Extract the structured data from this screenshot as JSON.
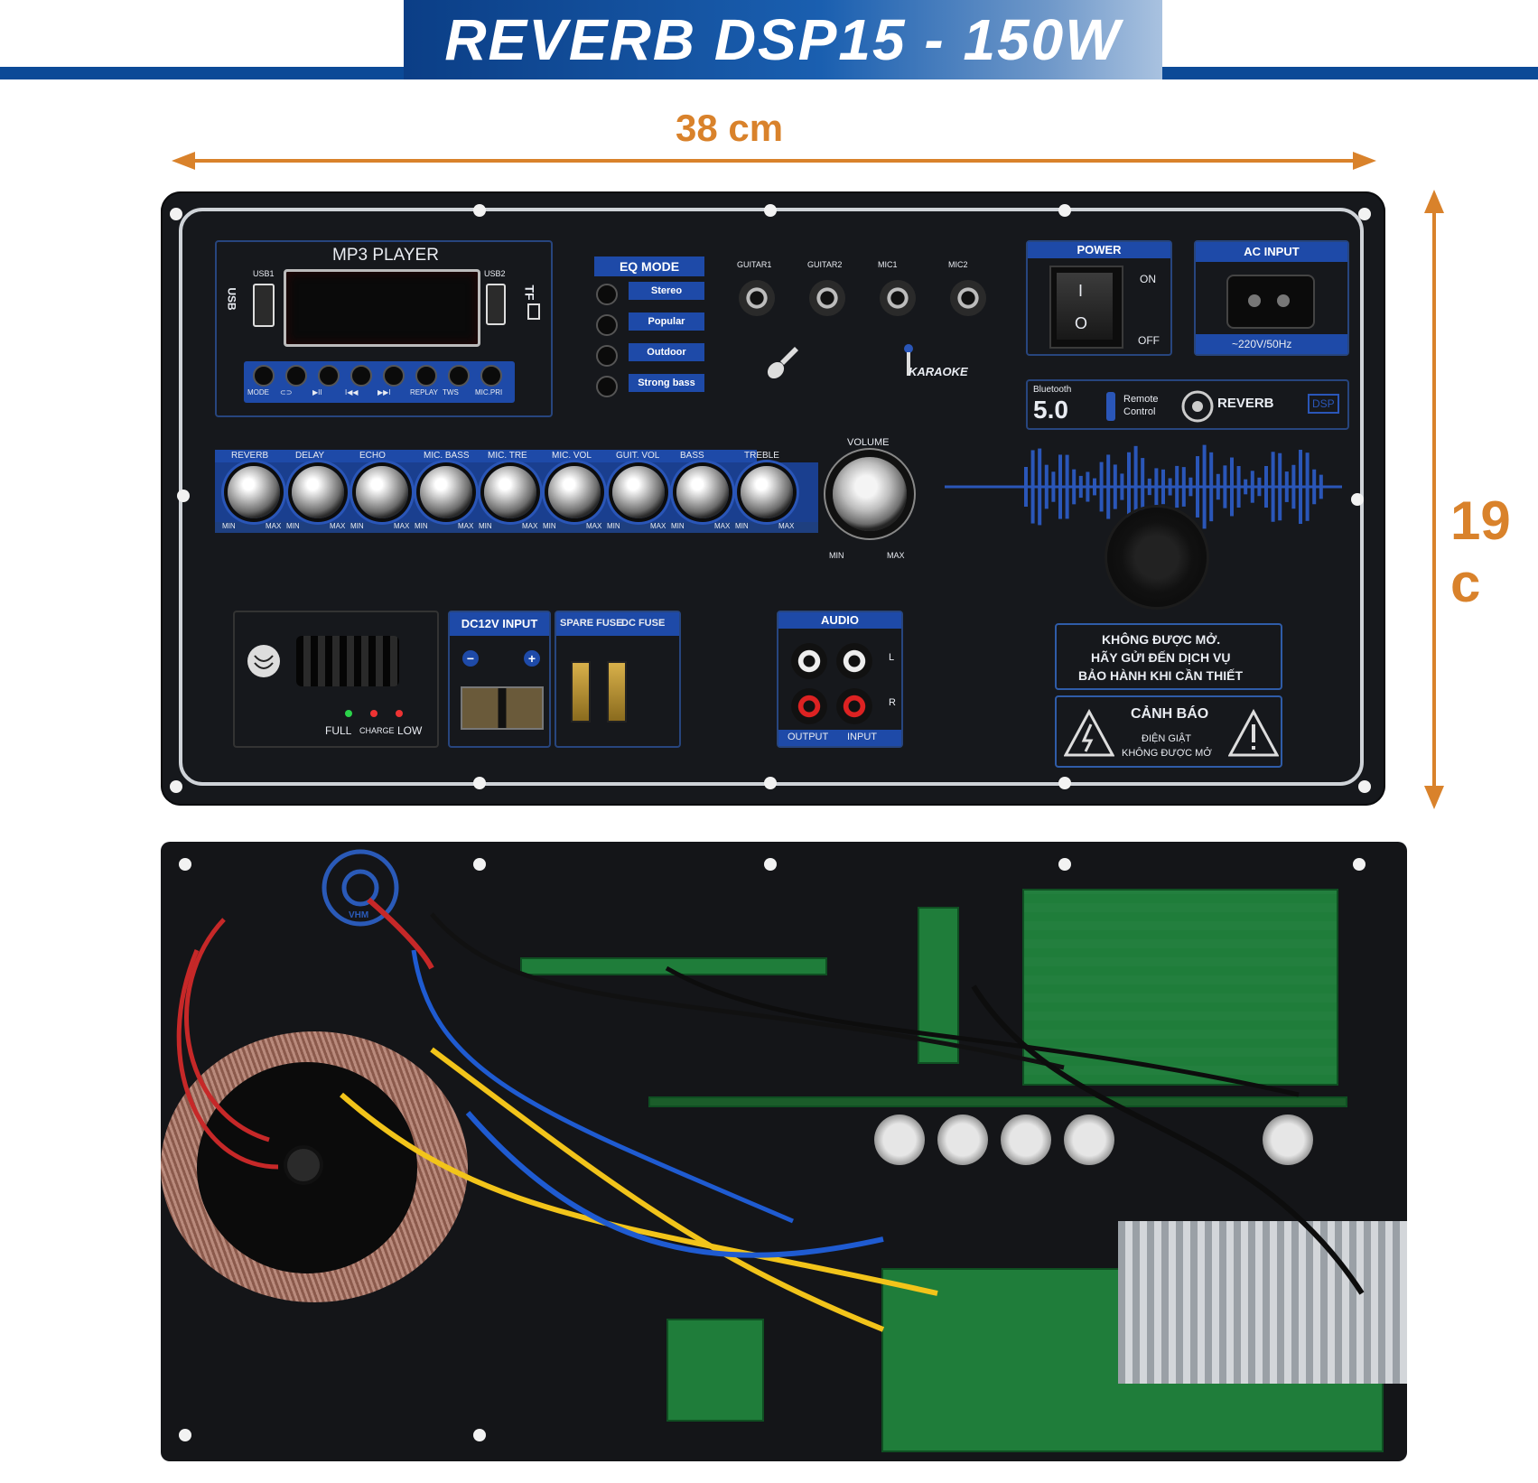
{
  "title": "REVERB DSP15 - 150W",
  "dimensions": {
    "width": "38 cm",
    "height": "19 c"
  },
  "colors": {
    "accent_blue": "#1e4aa8",
    "dimension_orange": "#d9822b",
    "panel": "#16181c"
  },
  "mp3": {
    "title": "MP3 PLAYER",
    "usb1": "USB1",
    "usb2": "USB2",
    "usb_logo": "USB",
    "tf": "TF",
    "buttons": [
      "MODE",
      "⊂⊃",
      "▶II",
      "I◀◀",
      "▶▶I",
      "REPLAY",
      "TWS",
      "MIC.PRI"
    ]
  },
  "eq": {
    "title": "EQ MODE",
    "modes": [
      "Stereo",
      "Popular",
      "Outdoor",
      "Strong bass"
    ]
  },
  "inputs": [
    "GUITAR1",
    "GUITAR2",
    "MIC1",
    "MIC2"
  ],
  "karaoke": "KARAOKE",
  "power": {
    "title": "POWER",
    "on": "ON",
    "off": "OFF",
    "on_symbol": "I",
    "off_symbol": "O"
  },
  "ac": {
    "title": "AC INPUT",
    "spec": "~220V/50Hz"
  },
  "features": {
    "bluetooth": "Bluetooth",
    "bt_version": "5.0",
    "remote_1": "Remote",
    "remote_2": "Control",
    "reverb": "REVERB",
    "dsp": "DSP"
  },
  "knobs": [
    "REVERB",
    "DELAY",
    "ECHO",
    "MIC. BASS",
    "MIC. TRE",
    "MIC. VOL",
    "GUIT. VOL",
    "BASS",
    "TREBLE"
  ],
  "knob_min": "MIN",
  "knob_max": "MAX",
  "volume": {
    "label": "VOLUME",
    "min": "MIN",
    "max": "MAX"
  },
  "battery": {
    "full": "FULL",
    "charge": "CHARGE",
    "low": "LOW"
  },
  "dc": {
    "title": "DC12V INPUT",
    "minus": "−",
    "plus": "+"
  },
  "fuse": {
    "spare": "SPARE FUSE",
    "dc": "DC FUSE"
  },
  "audio": {
    "title": "AUDIO",
    "left": "L",
    "right": "R",
    "output": "OUTPUT",
    "input": "INPUT"
  },
  "notice": [
    "KHÔNG ĐƯỢC MỞ.",
    "HÃY GỬI ĐẾN DỊCH VỤ",
    "BẢO HÀNH KHI CẦN THIẾT"
  ],
  "warning": {
    "title": "CẢNH BÁO",
    "line1": "ĐIỆN GIẬT",
    "line2": "KHÔNG ĐƯỢC MỞ"
  },
  "back": {
    "brand": "VHM"
  }
}
